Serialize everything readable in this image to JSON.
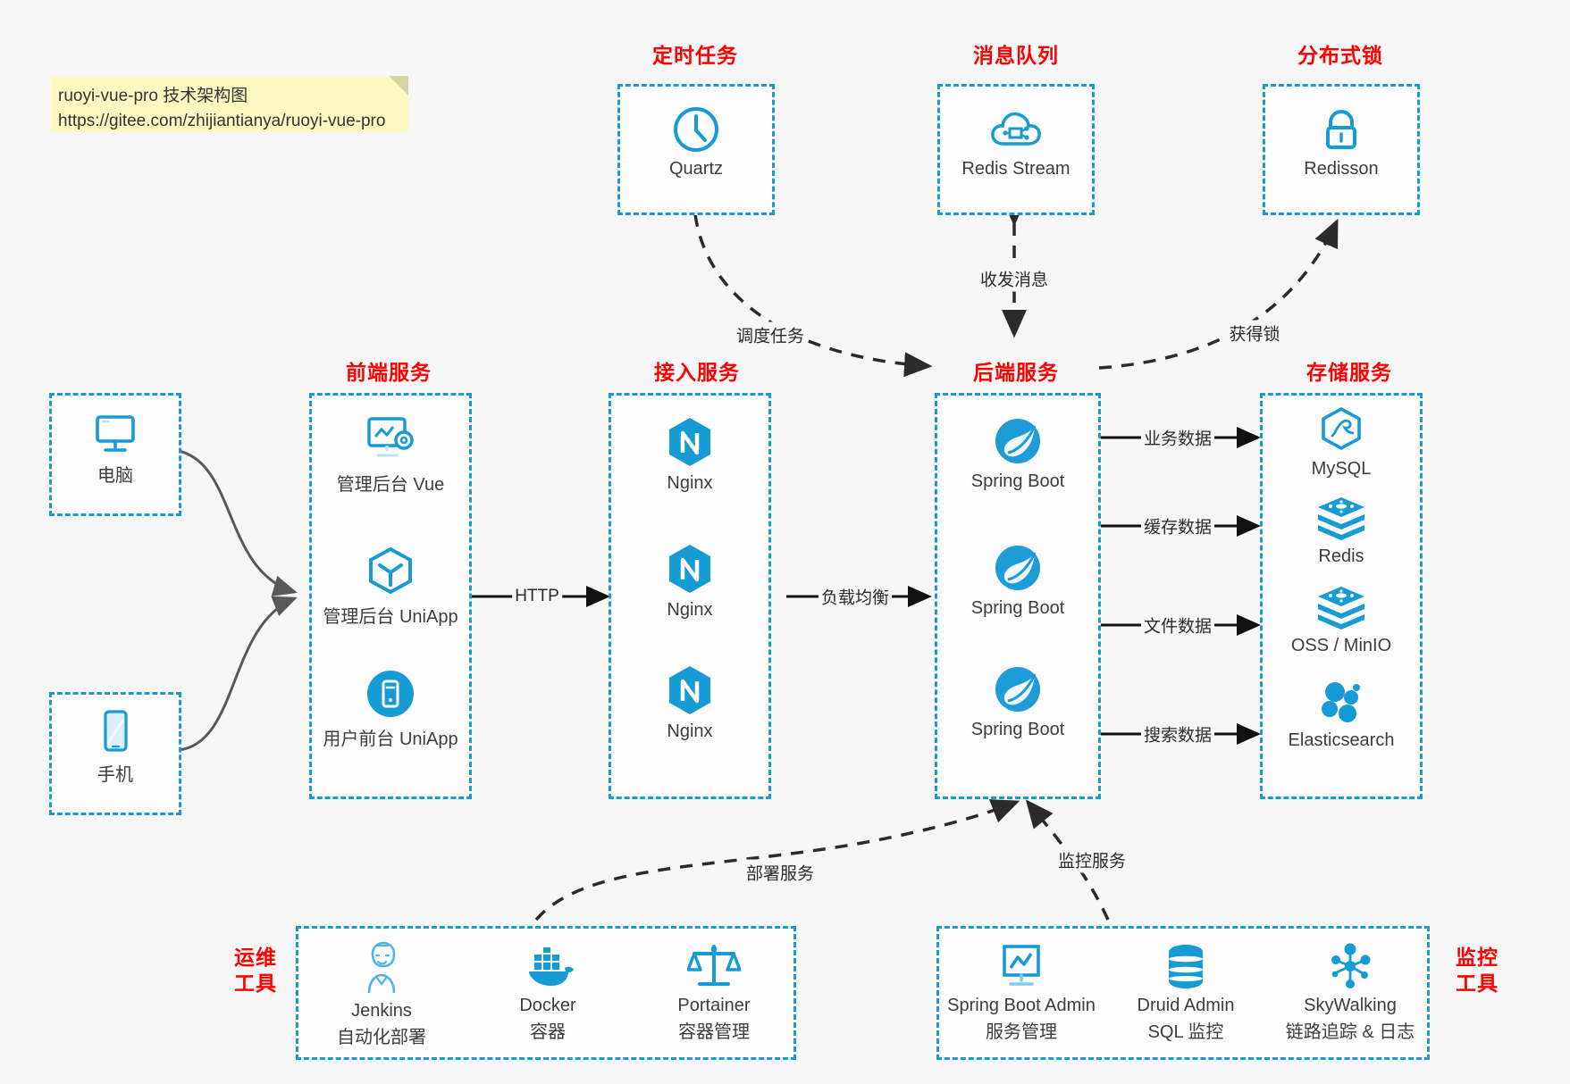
{
  "note": {
    "line1": "ruoyi-vue-pro 技术架构图",
    "line2": "https://gitee.com/zhijiantianya/ruoyi-vue-pro"
  },
  "colors": {
    "accent": "#169bd5",
    "group_title": "#ff0000",
    "canvas": "#f7f7f7",
    "box_fill": "#fdfdfd",
    "arrow": "#2b2b2b",
    "solid_arrow": "#111111",
    "curve_gray": "#595959",
    "note_fill": "#fcf9c3"
  },
  "groups": {
    "scheduler": {
      "title": "定时任务",
      "nodes": [
        {
          "label": "Quartz",
          "icon": "clock-icon"
        }
      ]
    },
    "mq": {
      "title": "消息队列",
      "nodes": [
        {
          "label": "Redis Stream",
          "icon": "cloud-stream-icon"
        }
      ]
    },
    "lock": {
      "title": "分布式锁",
      "nodes": [
        {
          "label": "Redisson",
          "icon": "lock-icon"
        }
      ]
    },
    "clients": {
      "nodes": [
        {
          "label": "电脑",
          "icon": "desktop-icon"
        },
        {
          "label": "手机",
          "icon": "phone-icon"
        }
      ]
    },
    "frontend": {
      "title": "前端服务",
      "nodes": [
        {
          "label": "管理后台 Vue",
          "icon": "dashboard-icon"
        },
        {
          "label": "管理后台 UniApp",
          "icon": "cube-icon"
        },
        {
          "label": "用户前台 UniApp",
          "icon": "mobile-app-icon"
        }
      ]
    },
    "gateway": {
      "title": "接入服务",
      "nodes": [
        {
          "label": "Nginx",
          "icon": "nginx-icon"
        },
        {
          "label": "Nginx",
          "icon": "nginx-icon"
        },
        {
          "label": "Nginx",
          "icon": "nginx-icon"
        }
      ]
    },
    "backend": {
      "title": "后端服务",
      "nodes": [
        {
          "label": "Spring Boot",
          "icon": "spring-icon"
        },
        {
          "label": "Spring Boot",
          "icon": "spring-icon"
        },
        {
          "label": "Spring Boot",
          "icon": "spring-icon"
        }
      ]
    },
    "storage": {
      "title": "存储服务",
      "nodes": [
        {
          "label": "MySQL",
          "icon": "mysql-icon"
        },
        {
          "label": "Redis",
          "icon": "redis-icon"
        },
        {
          "label": "OSS / MinIO",
          "icon": "oss-icon"
        },
        {
          "label": "Elasticsearch",
          "icon": "elasticsearch-icon"
        }
      ]
    },
    "devops": {
      "title_line1": "运维",
      "title_line2": "工具",
      "nodes": [
        {
          "label": "Jenkins",
          "sub": "自动化部署",
          "icon": "jenkins-icon"
        },
        {
          "label": "Docker",
          "sub": "容器",
          "icon": "docker-icon"
        },
        {
          "label": "Portainer",
          "sub": "容器管理",
          "icon": "scales-icon"
        }
      ]
    },
    "monitor": {
      "title_line1": "监控",
      "title_line2": "工具",
      "nodes": [
        {
          "label": "Spring Boot Admin",
          "sub": "服务管理",
          "icon": "monitor-chart-icon"
        },
        {
          "label": "Druid Admin",
          "sub": "SQL 监控",
          "icon": "database-icon"
        },
        {
          "label": "SkyWalking",
          "sub": "链路追踪 & 日志",
          "icon": "skywalking-icon"
        }
      ]
    }
  },
  "edges": [
    {
      "id": "schedule-task",
      "label": "调度任务"
    },
    {
      "id": "send-recv-msg",
      "label": "收发消息"
    },
    {
      "id": "acquire-lock",
      "label": "获得锁"
    },
    {
      "id": "http",
      "label": "HTTP"
    },
    {
      "id": "load-balance",
      "label": "负载均衡"
    },
    {
      "id": "business-data",
      "label": "业务数据"
    },
    {
      "id": "cache-data",
      "label": "缓存数据"
    },
    {
      "id": "file-data",
      "label": "文件数据"
    },
    {
      "id": "search-data",
      "label": "搜索数据"
    },
    {
      "id": "deploy-service",
      "label": "部署服务"
    },
    {
      "id": "monitor-service",
      "label": "监控服务"
    }
  ]
}
